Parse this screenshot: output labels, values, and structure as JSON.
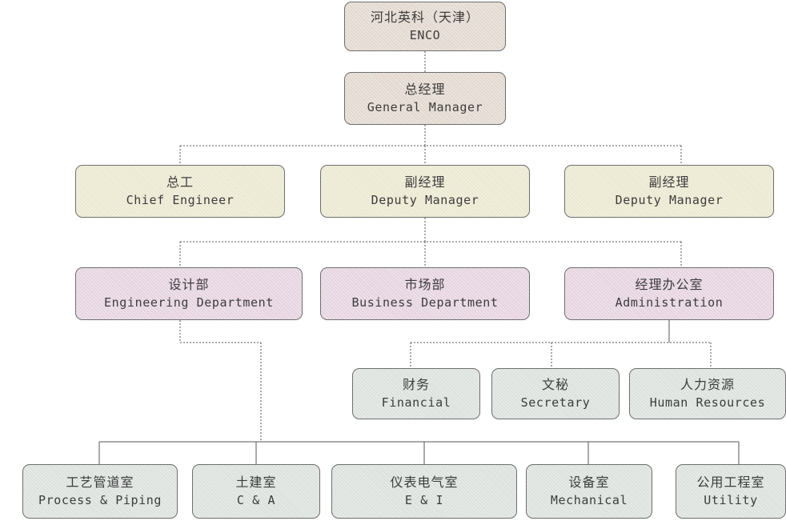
{
  "root": {
    "zh": "河北英科（天津）",
    "en": "ENCO"
  },
  "general_manager": {
    "zh": "总经理",
    "en": "General Manager"
  },
  "chief_engineer": {
    "zh": "总工",
    "en": "Chief Engineer"
  },
  "deputy_manager_1": {
    "zh": "副经理",
    "en": "Deputy Manager"
  },
  "deputy_manager_2": {
    "zh": "副经理",
    "en": "Deputy Manager"
  },
  "engineering_dept": {
    "zh": "设计部",
    "en": "Engineering Department"
  },
  "business_dept": {
    "zh": "市场部",
    "en": "Business Department"
  },
  "administration": {
    "zh": "经理办公室",
    "en": "Administration"
  },
  "financial": {
    "zh": "财务",
    "en": "Financial"
  },
  "secretary": {
    "zh": "文秘",
    "en": "Secretary"
  },
  "human_resources": {
    "zh": "人力资源",
    "en": "Human Resources"
  },
  "process_piping": {
    "zh": "工艺管道室",
    "en": "Process & Piping"
  },
  "c_and_a": {
    "zh": "土建室",
    "en": "C & A"
  },
  "e_and_i": {
    "zh": "仪表电气室",
    "en": "E & I"
  },
  "mechanical": {
    "zh": "设备室",
    "en": "Mechanical"
  },
  "utility": {
    "zh": "公用工程室",
    "en": "Utility"
  },
  "colors": {
    "level0": "#e2d8cf",
    "level1": "#ebe8d0",
    "level2": "#e6d3e0",
    "level3": "#dbe1dd",
    "line": "#555555",
    "text": "#3c3c3c"
  }
}
